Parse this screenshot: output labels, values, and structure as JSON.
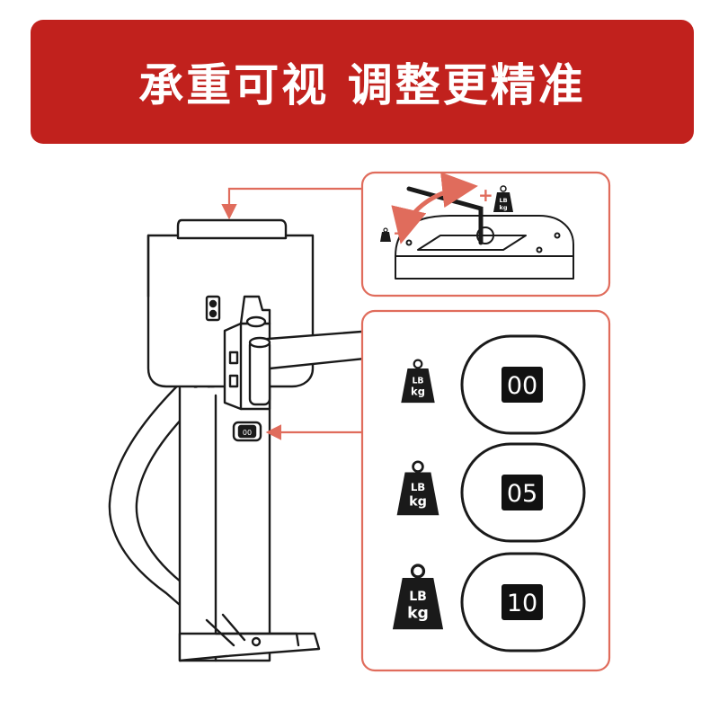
{
  "banner": {
    "title": "承重可视 调整更精准",
    "color": "#c1211d"
  },
  "accent_color": "#e06c5c",
  "weight_icon": {
    "name": "weight-icon",
    "line1": "LB",
    "line2": "kg"
  },
  "adjust_detail": {
    "plus_label": "+",
    "minus_label": "−",
    "tool": "hex-key-icon"
  },
  "weight_indicator": {
    "current_value": "00"
  },
  "weight_levels": [
    {
      "value": "00",
      "size": "small"
    },
    {
      "value": "05",
      "size": "medium"
    },
    {
      "value": "10",
      "size": "large"
    }
  ]
}
